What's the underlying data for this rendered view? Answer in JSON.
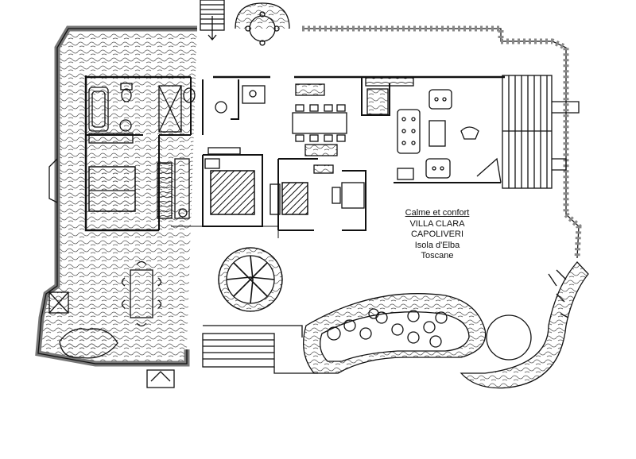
{
  "caption": {
    "title": "Calme et confort",
    "lines": [
      "VILLA CLARA",
      "CAPOLIVERI",
      "Isola d'Elba",
      "Toscane"
    ]
  },
  "colors": {
    "ink": "#111111",
    "background": "#ffffff",
    "stone": "#555555"
  }
}
